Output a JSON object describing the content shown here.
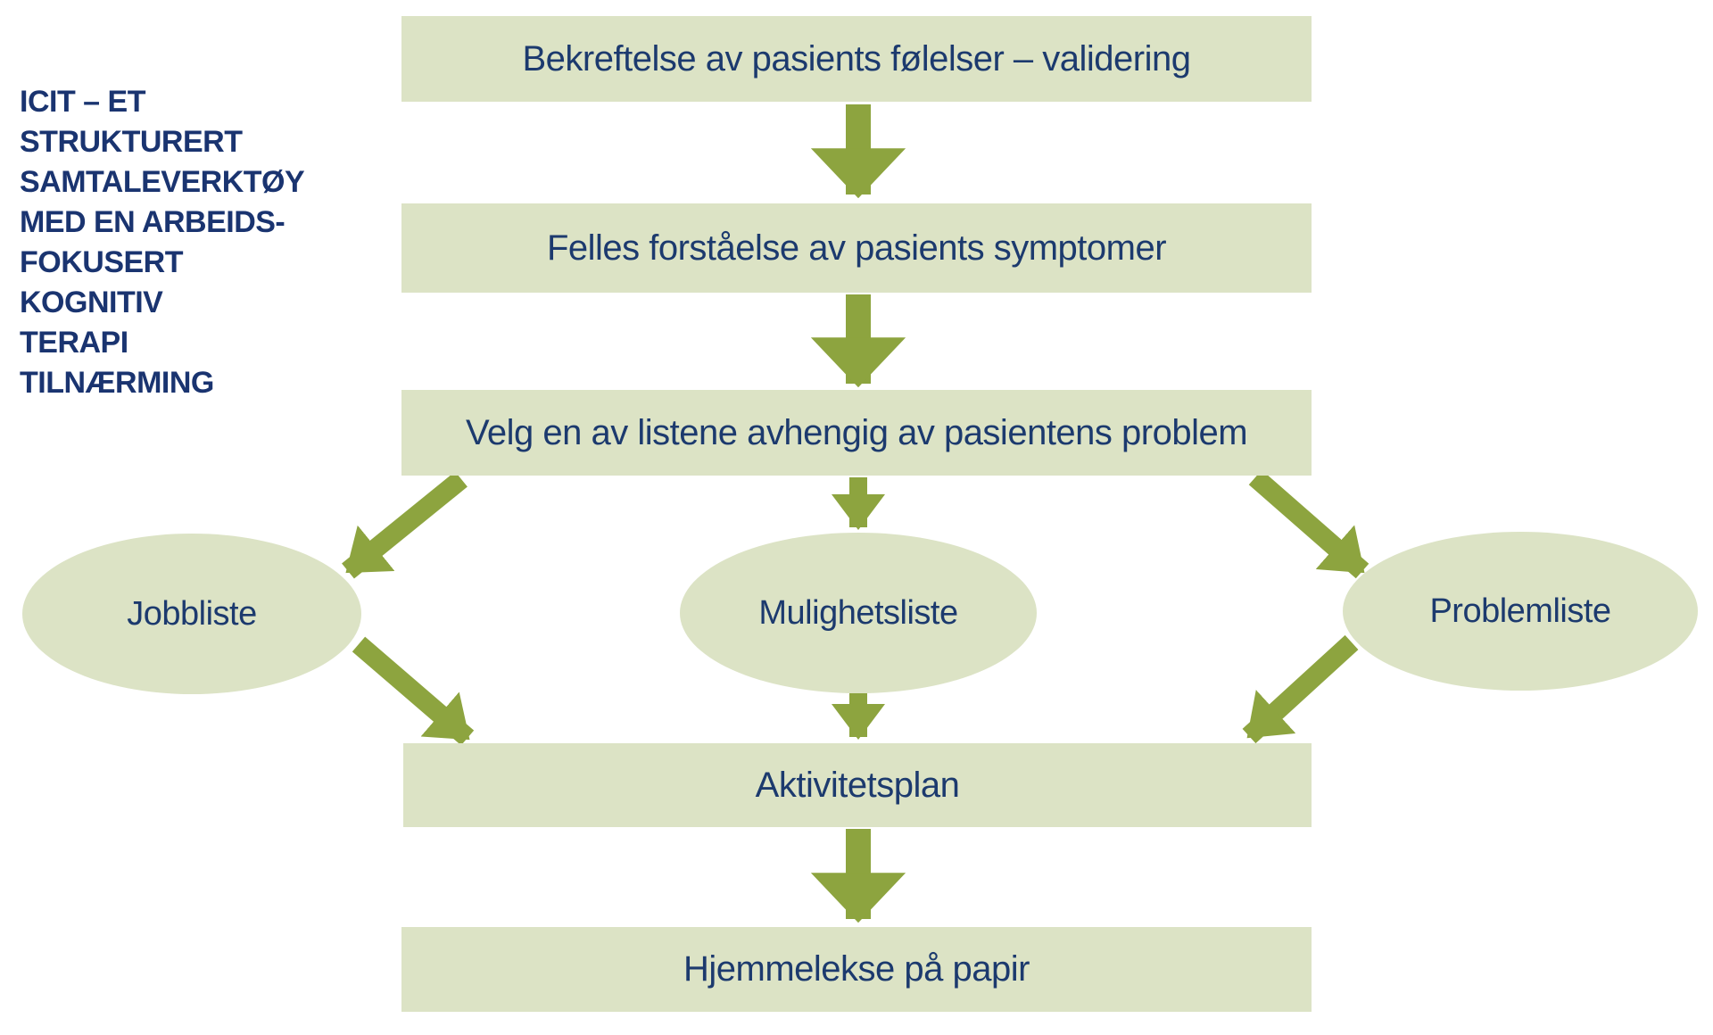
{
  "title": "ICIT – ET\nSTRUKTURERT\nSAMTALEVERKTØY\nMED EN ARBEIDS-\nFOKUSERT KOGNITIV\nTERAPI TILNÆRMING",
  "flow": {
    "step1": "Bekreftelse av pasients følelser – validering",
    "step2": "Felles forståelse av pasients symptomer",
    "step3": "Velg en av listene avhengig av pasientens problem",
    "lists": {
      "left": "Jobbliste",
      "middle": "Mulighetsliste",
      "right": "Problemliste"
    },
    "step4": "Aktivitetsplan",
    "step5": "Hjemmelekse på papir"
  },
  "colors": {
    "node_fill": "#dce3c5",
    "arrow": "#8da43f",
    "text": "#1c3a6e"
  }
}
